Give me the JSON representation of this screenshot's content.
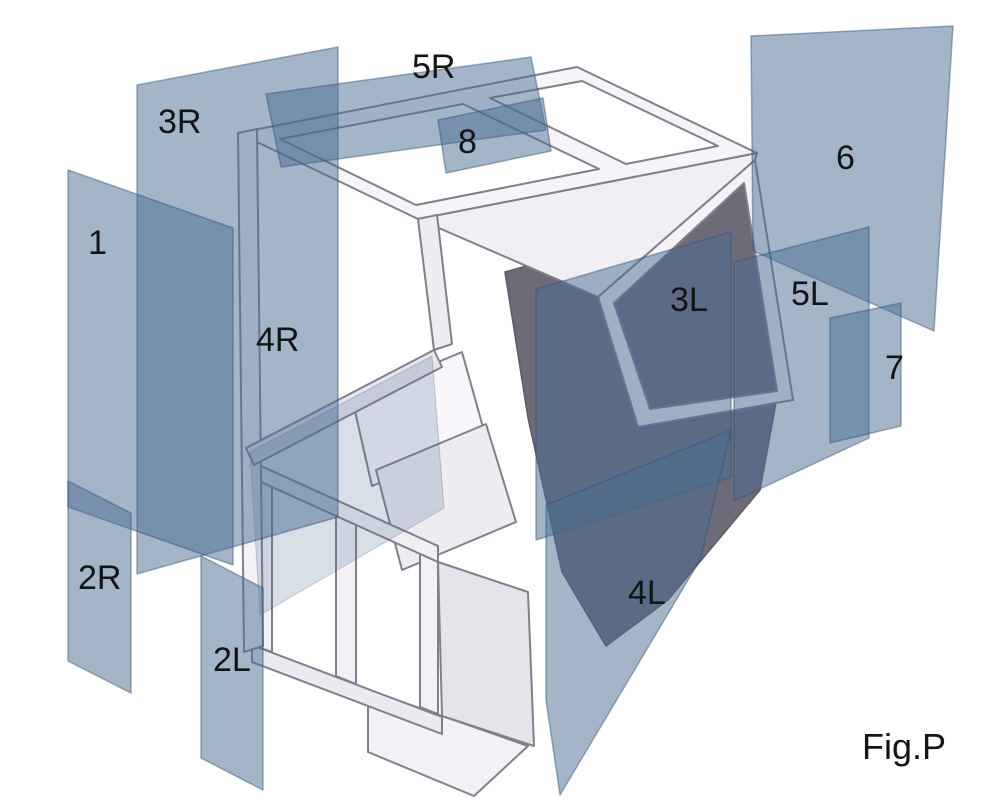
{
  "figure": {
    "caption": "Fig.P"
  },
  "panels": {
    "p1": {
      "label": "1"
    },
    "p2R": {
      "label": "2R"
    },
    "p2L": {
      "label": "2L"
    },
    "p3R": {
      "label": "3R"
    },
    "p3L": {
      "label": "3L"
    },
    "p4R": {
      "label": "4R"
    },
    "p4L": {
      "label": "4L"
    },
    "p5R": {
      "label": "5R"
    },
    "p5L": {
      "label": "5L"
    },
    "p6": {
      "label": "6"
    },
    "p7": {
      "label": "7"
    },
    "p8": {
      "label": "8"
    }
  },
  "colors": {
    "glass_fill": "#4a6c92",
    "frame_stroke": "#837e8c",
    "interior_shadow": "#6e6b78",
    "label_text": "#141414",
    "background": "#ffffff"
  }
}
